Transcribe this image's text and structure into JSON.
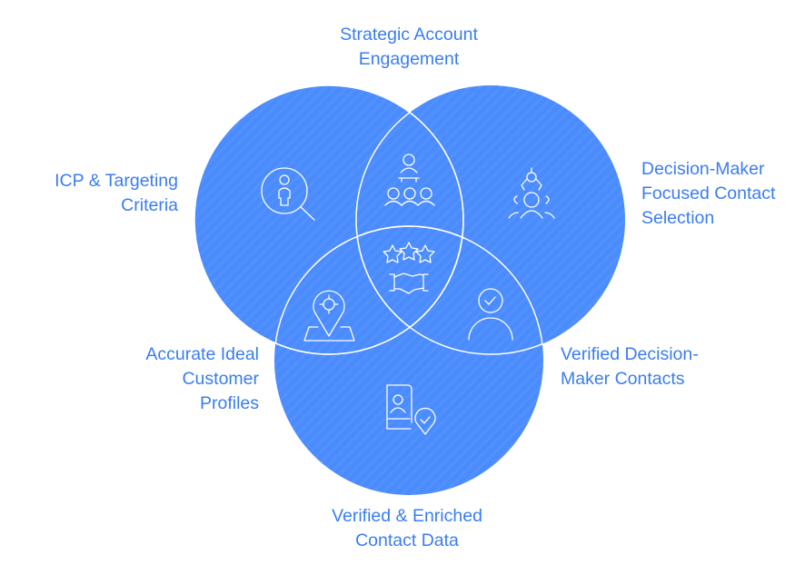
{
  "colors": {
    "circle_fill": "#4a8bfd",
    "stroke": "#ffffff",
    "label": "#3a7df0"
  },
  "labels": {
    "top": "Strategic Account\nEngagement",
    "left": "ICP & Targeting\nCriteria",
    "right": "Decision-Maker\nFocused Contact\nSelection",
    "left_bottom": "Accurate Ideal\nCustomer\nProfiles",
    "right_bottom": "Verified Decision-\nMaker Contacts",
    "bottom": "Verified & Enriched\nContact Data"
  },
  "icons": [
    "person-search-icon",
    "audience-presenter-icon",
    "decision-maker-team-icon",
    "star-rating-handshake-icon",
    "location-target-icon",
    "verified-person-icon",
    "contact-card-verified-icon"
  ]
}
